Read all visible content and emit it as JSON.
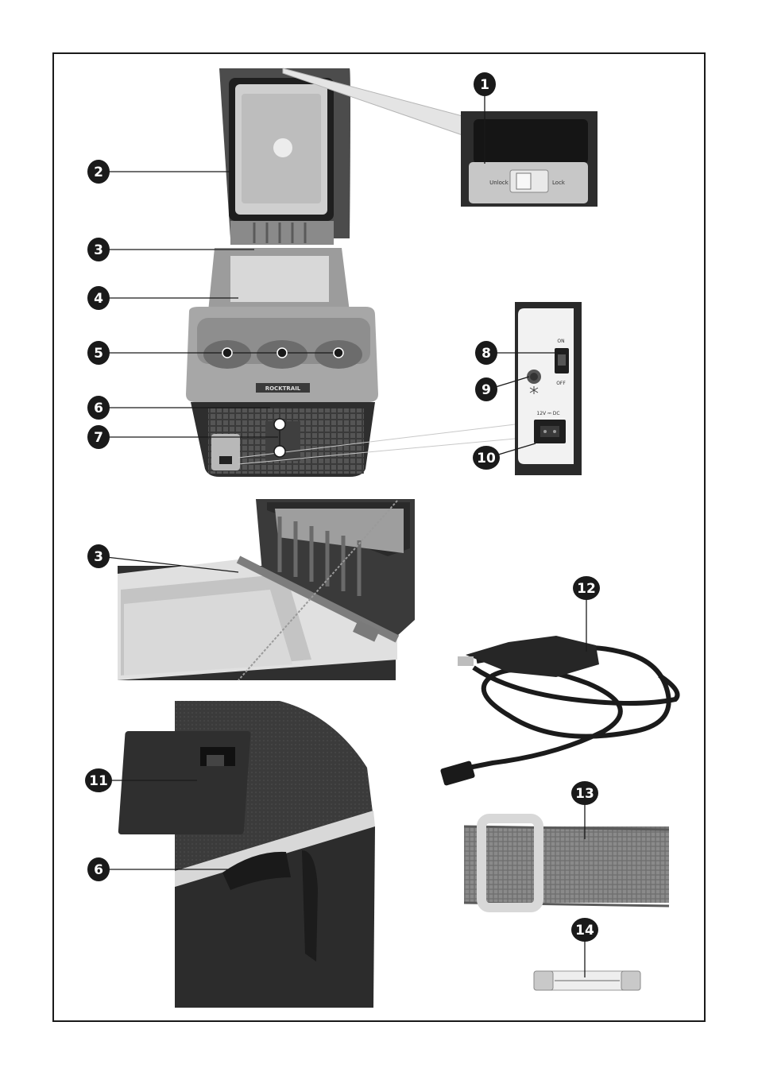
{
  "brand": "ROCKTRAIL",
  "lock": {
    "unlock_label": "Unlock",
    "lock_label": "Lock"
  },
  "panel": {
    "on_label": "ON",
    "off_label": "OFF",
    "dc_label": "12V ⎓ DC"
  },
  "callouts": [
    "1",
    "2",
    "3",
    "4",
    "5",
    "6",
    "7",
    "8",
    "9",
    "10",
    "3",
    "12",
    "11",
    "6",
    "13",
    "14"
  ],
  "colors": {
    "callout_fill": "#1a1a1a",
    "leader": "#1a1a1a",
    "frame": "#1a1a1a",
    "background": "#ffffff"
  },
  "icons": [
    "snowflake-icon"
  ]
}
